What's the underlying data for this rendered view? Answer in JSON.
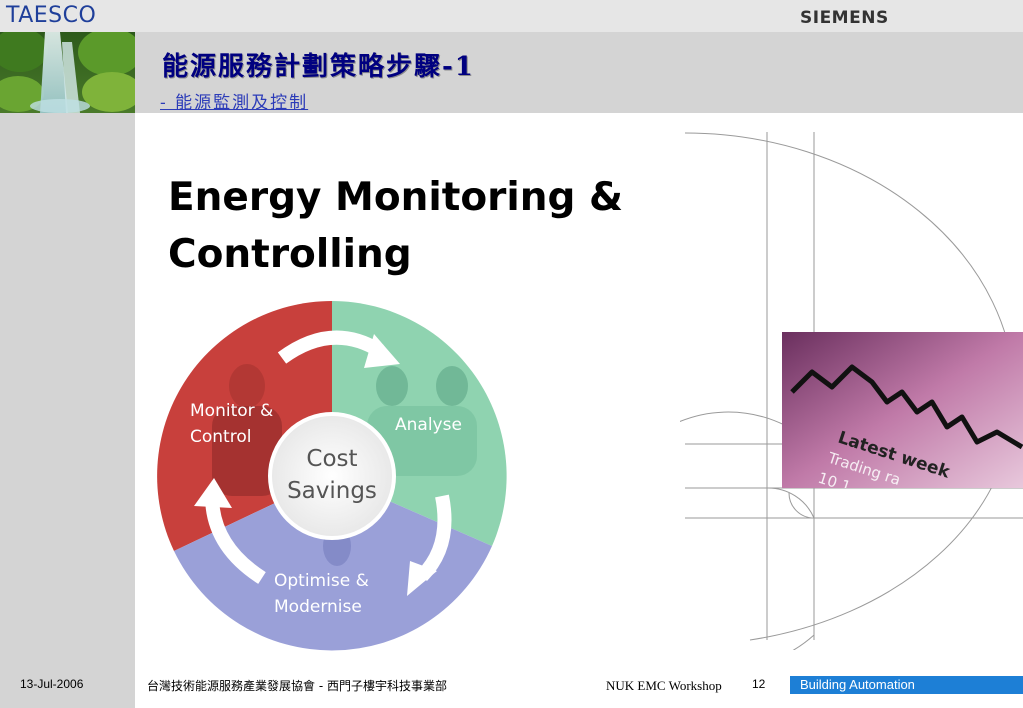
{
  "header": {
    "org_name": "TAESCO",
    "brand": "SIEMENS",
    "title": "能源服務計劃策略步驟-1",
    "subtitle": "- 能源監測及控制"
  },
  "slide": {
    "headline_line1": "Energy Monitoring &",
    "headline_line2": "Controlling"
  },
  "cycle": {
    "center_line1": "Cost",
    "center_line2": "Savings",
    "step1_line1": "Monitor &",
    "step1_line2": "Control",
    "step2": "Analyse",
    "step3_line1": "Optimise &",
    "step3_line2": "Modernise"
  },
  "trading_image": {
    "line1": "Latest week",
    "line2": "Trading ra",
    "line3": "10 1"
  },
  "footer": {
    "date": "13-Jul-2006",
    "organization": "台灣技術能源服務產業發展協會 - 西門子樓宇科技事業部",
    "event": "NUK EMC Workshop",
    "page_number": "12",
    "division": "Building Automation"
  },
  "colors": {
    "title_navy": "#000080",
    "subtitle_blue": "#2b3bb8",
    "org_blue": "#1f3f9a",
    "footer_badge_blue": "#1d7fd6",
    "wheel_red": "#c8403c",
    "wheel_green": "#8fd3b0",
    "wheel_lavender": "#9aa0d8"
  }
}
